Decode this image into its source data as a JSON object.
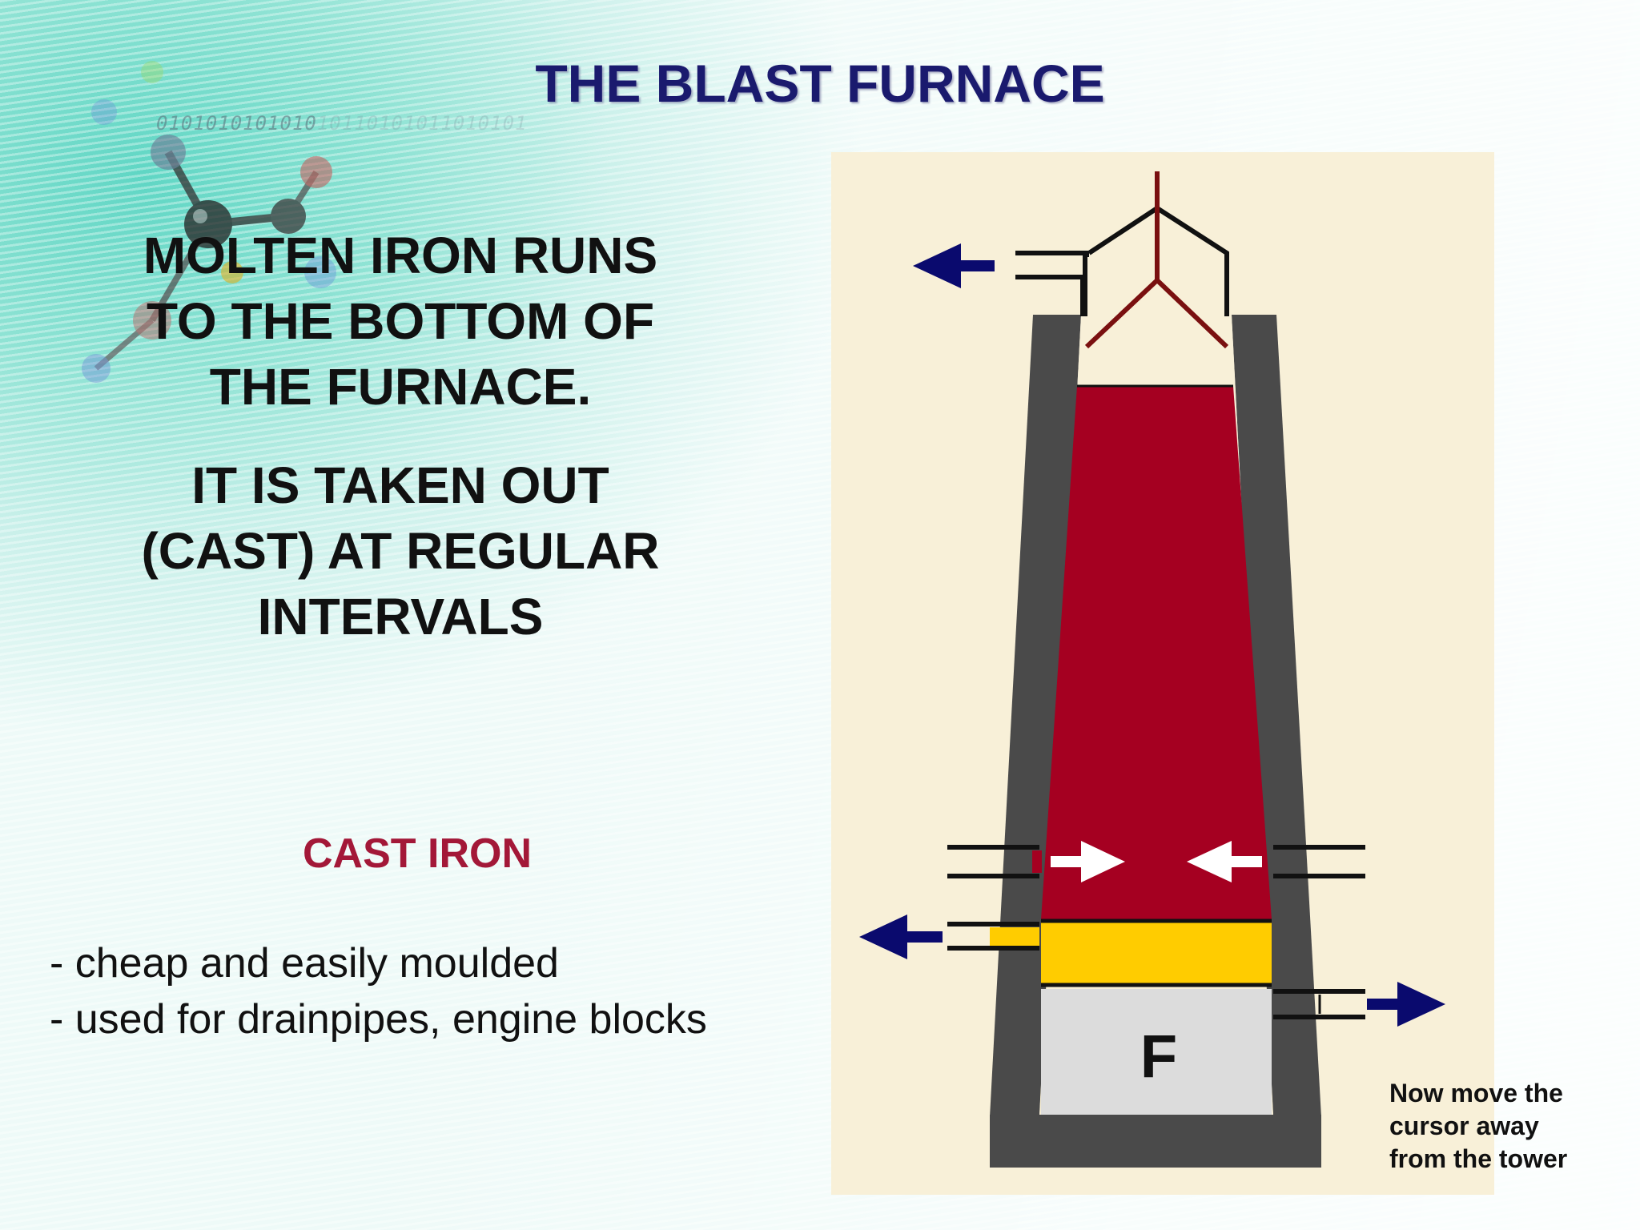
{
  "slide": {
    "title": "THE BLAST FURNACE",
    "binary_text": "0101010101010",
    "binary_text_faded": "10110101011010101",
    "block1": [
      "MOLTEN IRON RUNS",
      "TO THE BOTTOM OF",
      "THE FURNACE."
    ],
    "block2": [
      "IT IS TAKEN OUT",
      "(CAST) AT REGULAR",
      "INTERVALS"
    ],
    "cast_heading": "CAST IRON",
    "uses": [
      "- cheap and easily moulded",
      "- used for drainpipes, engine blocks"
    ],
    "furnace_label": "F",
    "note": [
      "Now move the",
      "cursor away",
      "from the tower"
    ]
  },
  "colors": {
    "title": "#1a1a6e",
    "cast_heading": "#a31838",
    "furnace_wall": "#4a4a4a",
    "molten_charge": "#a50021",
    "slag_layer": "#ffcc00",
    "bottom_chamber": "#dcdcdc",
    "arrow_dark": "#0a0a6e",
    "arrow_light": "#ffffff",
    "hopper": "#7a1010",
    "panel_bg": "#f8f0d8"
  },
  "icons": {
    "top_left": "arrow-left-icon",
    "slag_left": "arrow-left-icon",
    "iron_right": "arrow-right-icon",
    "tuyere_left": "arrow-right-icon",
    "tuyere_right": "arrow-left-icon"
  }
}
